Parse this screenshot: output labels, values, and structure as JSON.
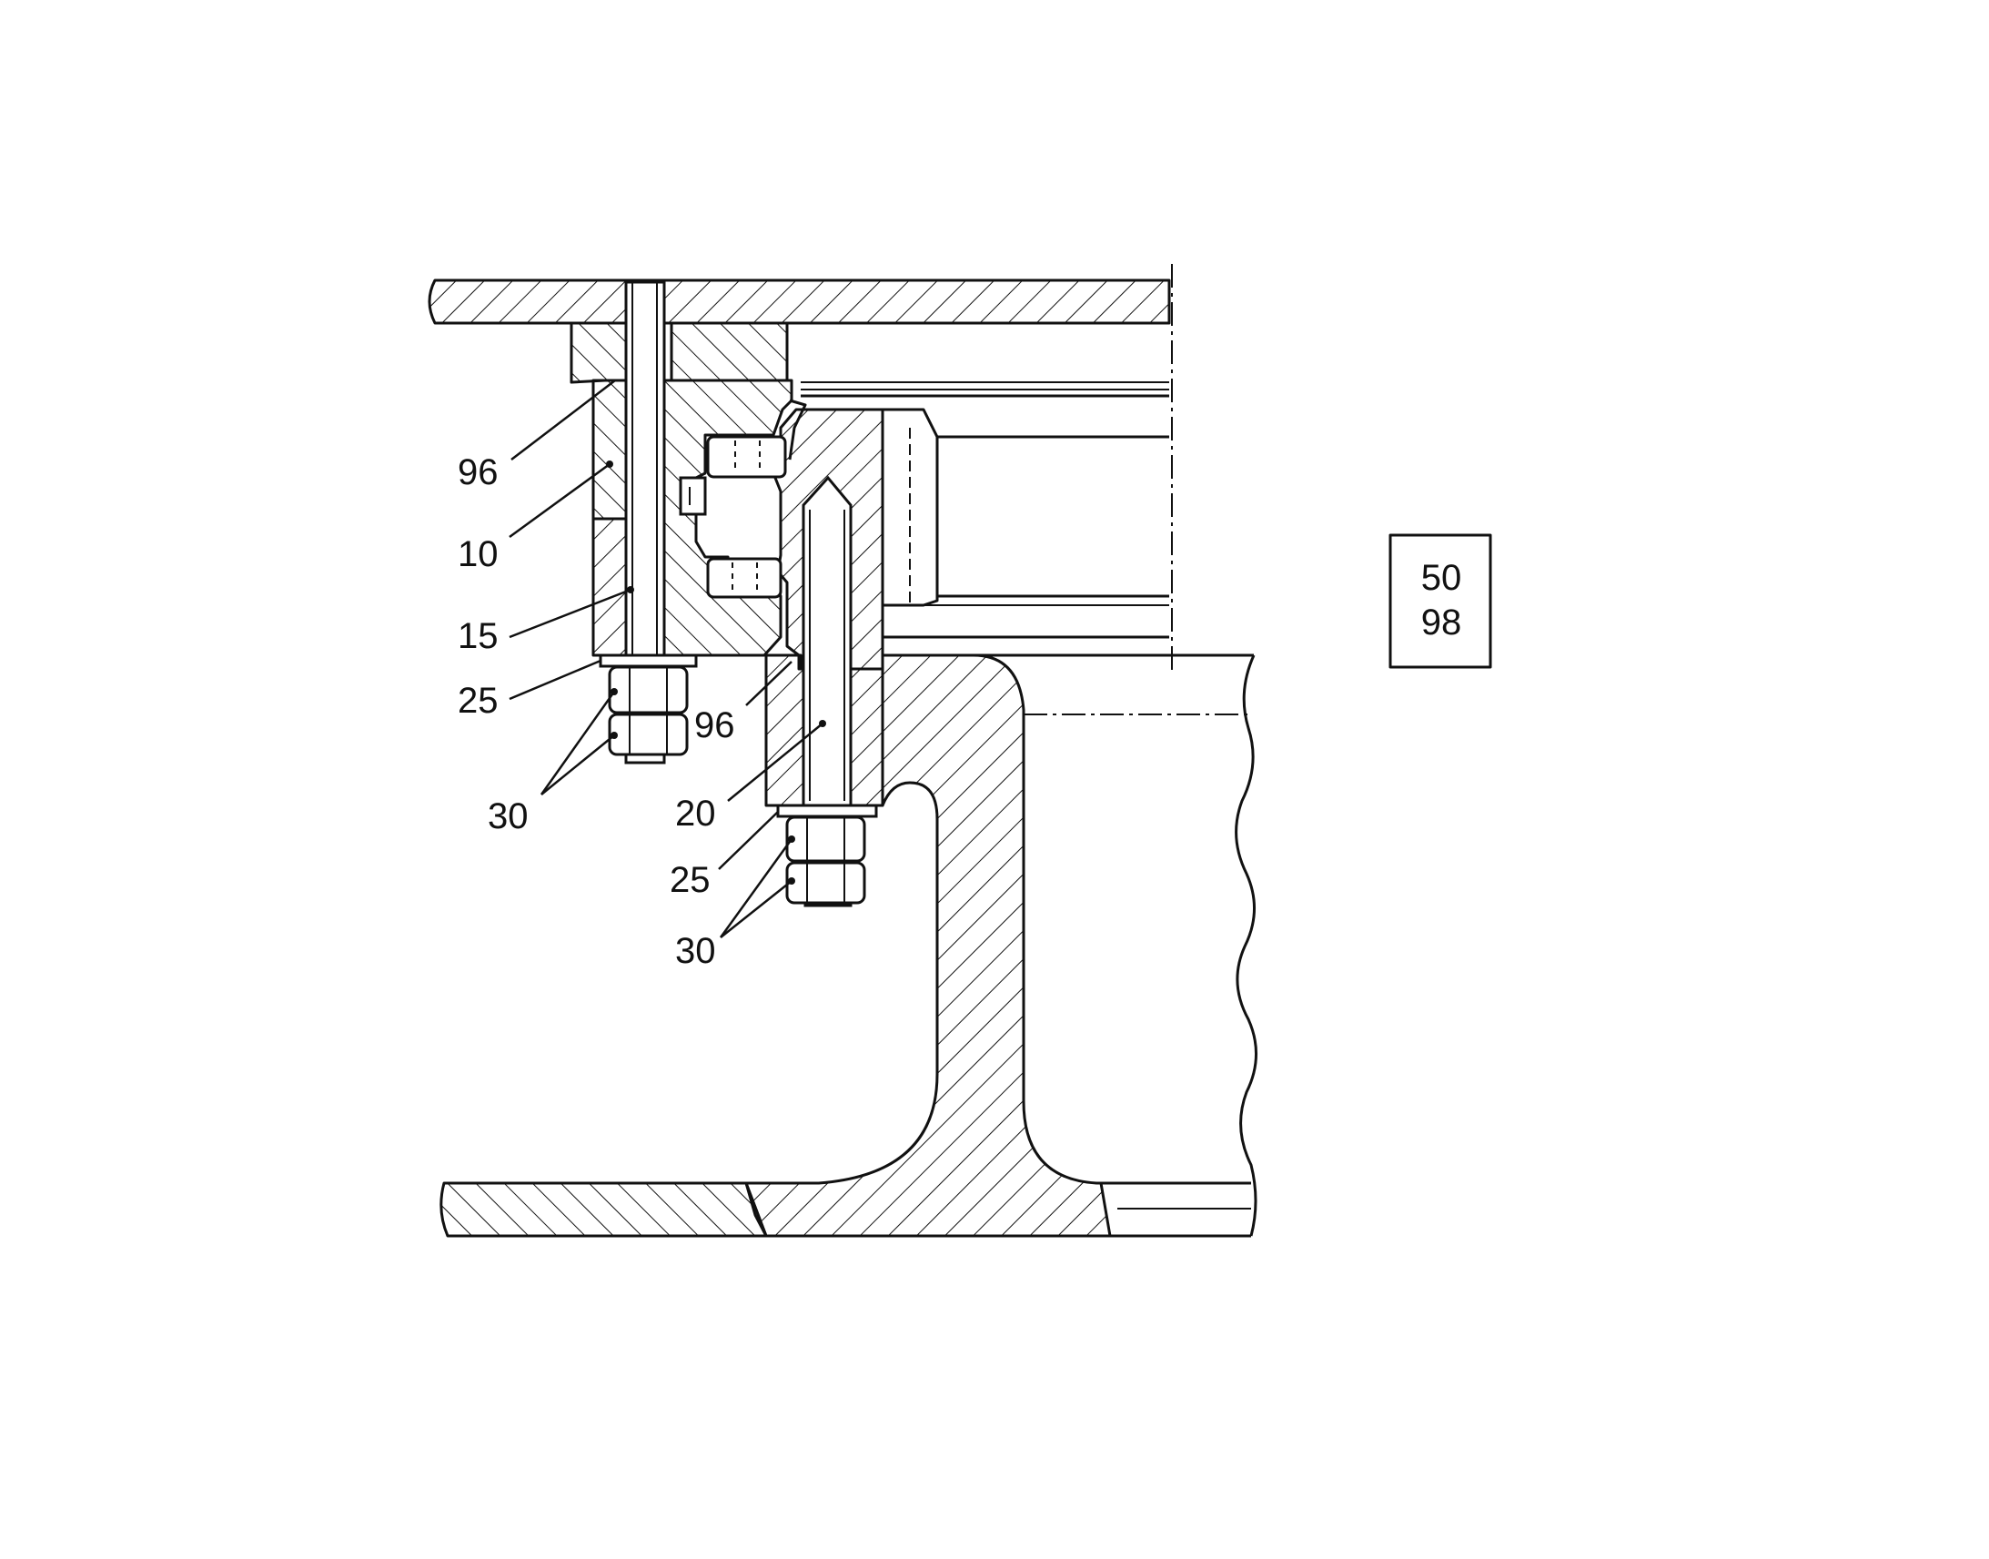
{
  "figure": {
    "reference_box": {
      "line1": "50",
      "line2": "98"
    },
    "callouts": {
      "upper_seal": "96",
      "outer_ring": "10",
      "upper_stud": "15",
      "upper_washer": "25",
      "upper_nuts": "30",
      "lower_seal": "96",
      "lower_stud": "20",
      "lower_washer": "25",
      "lower_nuts": "30"
    }
  }
}
